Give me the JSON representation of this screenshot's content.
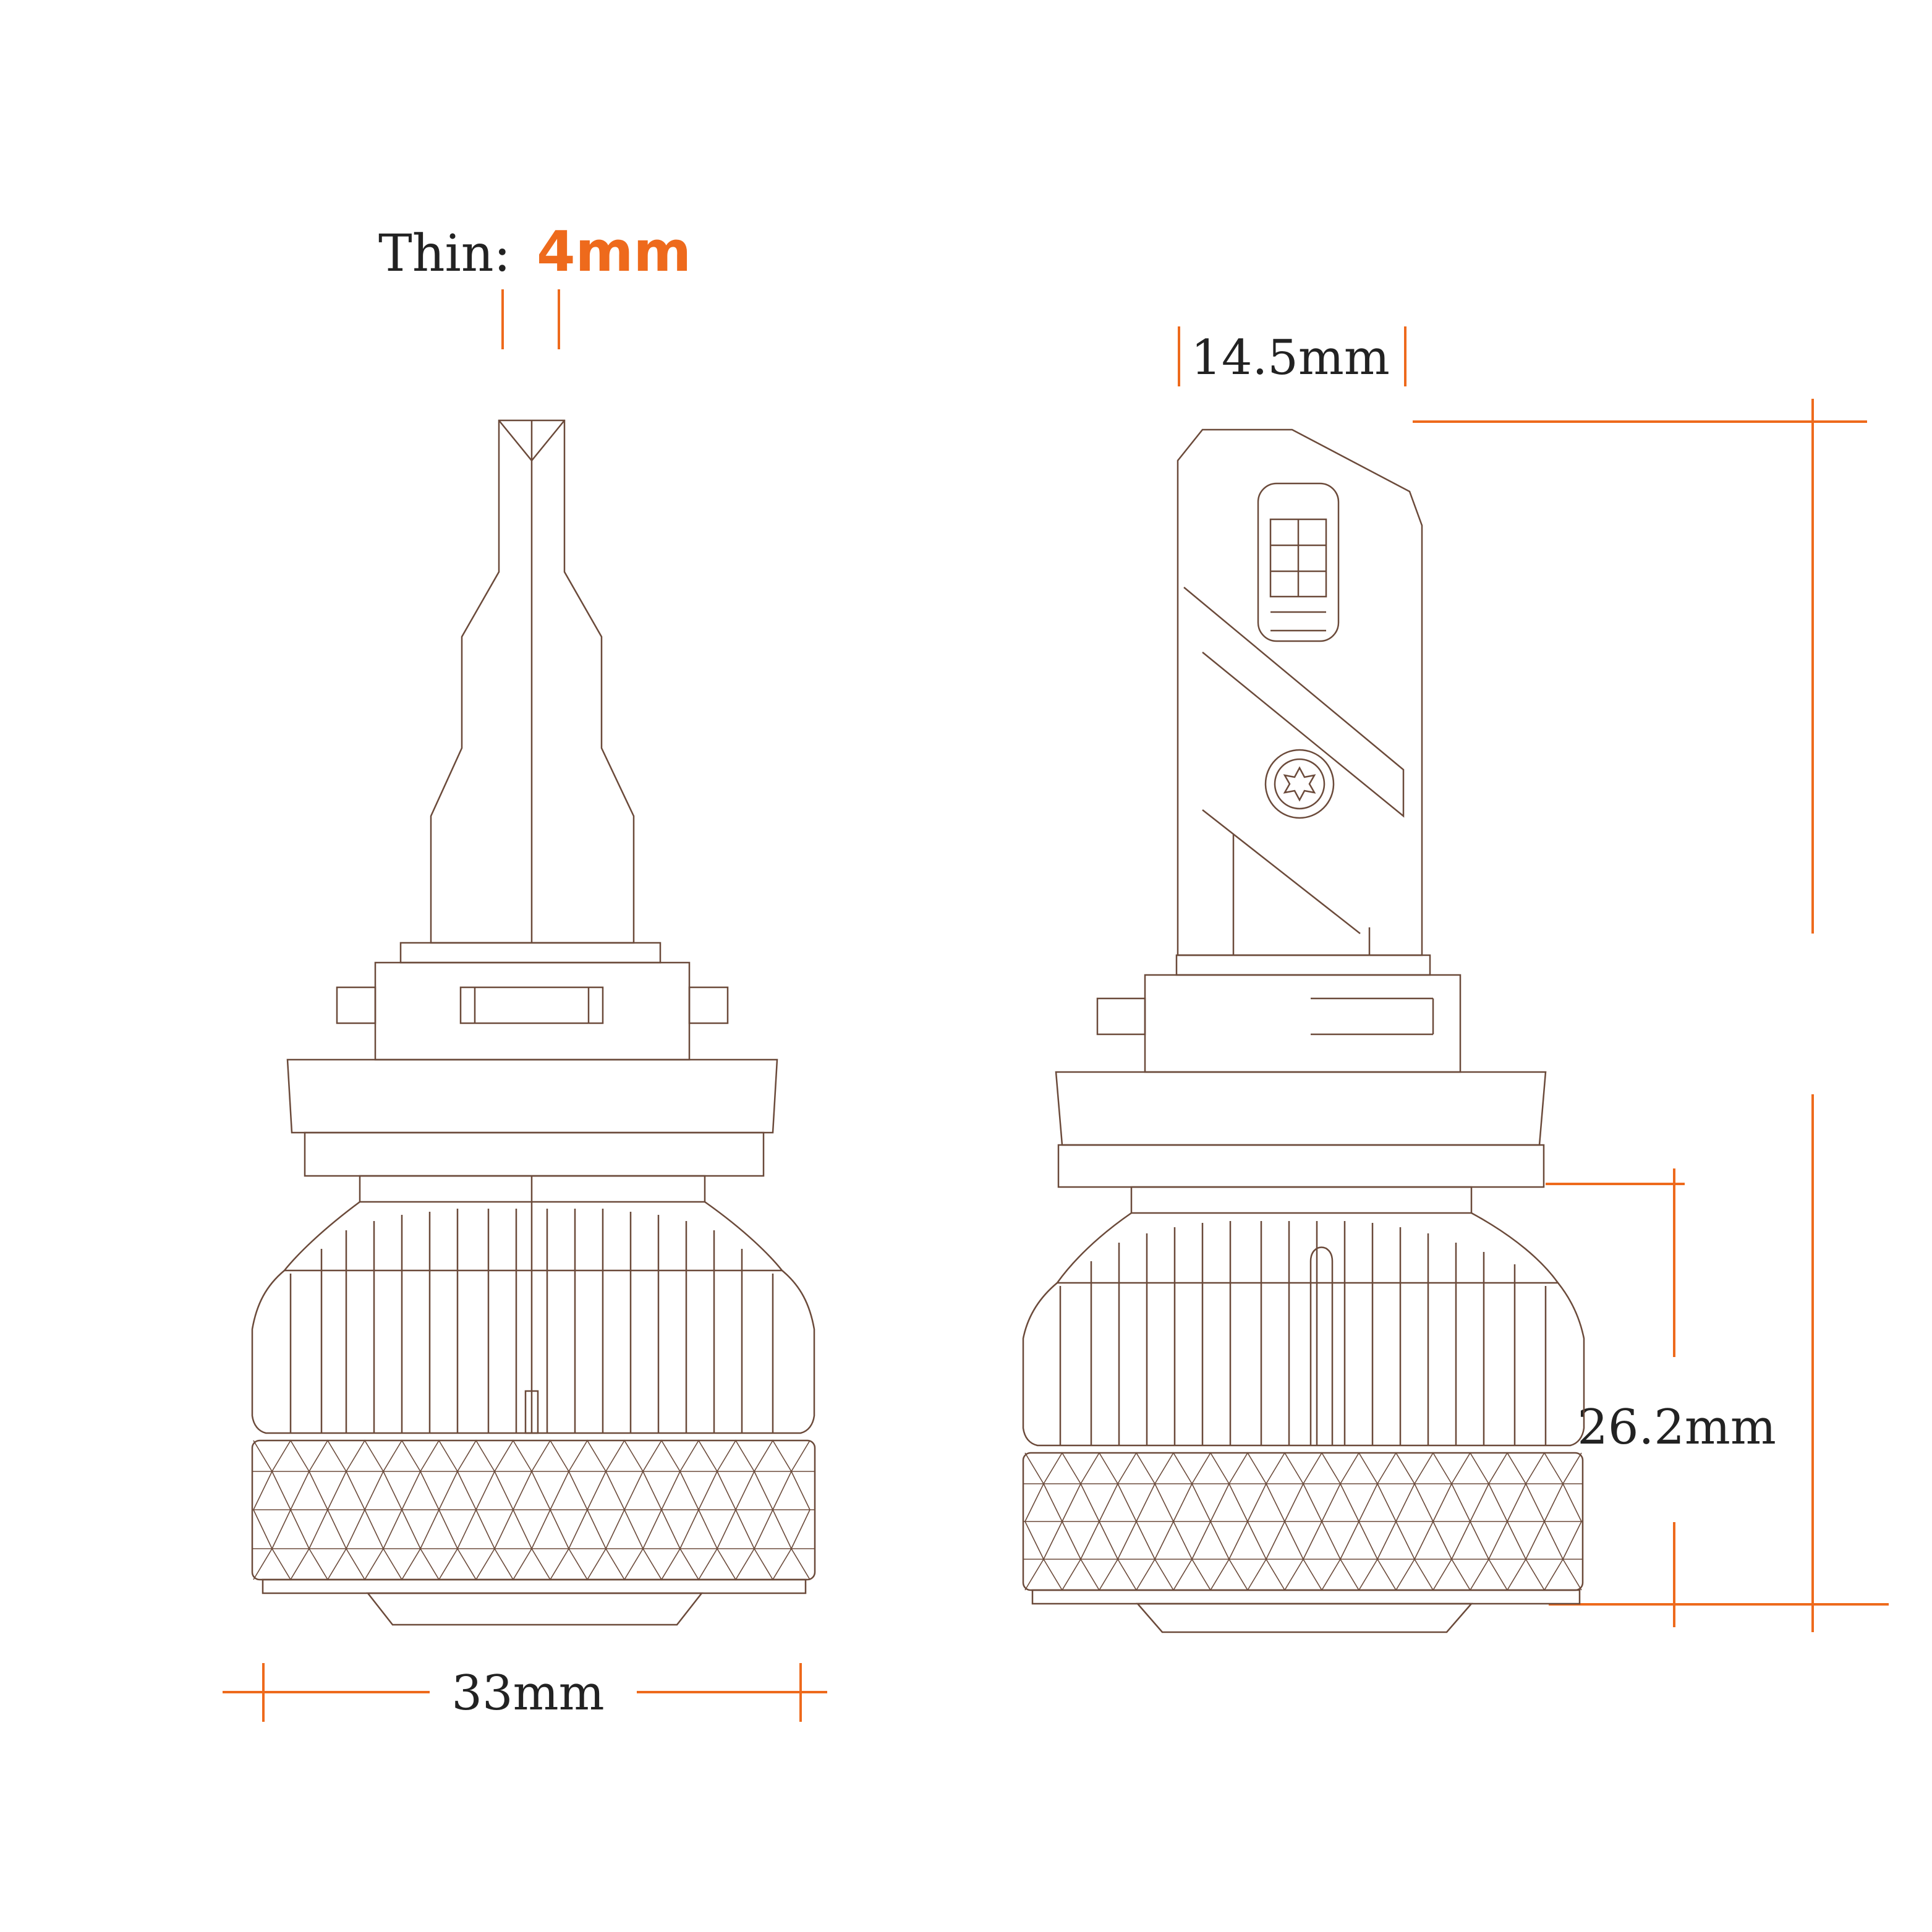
{
  "colors": {
    "accent": "#ee6a1c",
    "outline": "#6b4a3a",
    "text": "#222222",
    "background": "#ffffff"
  },
  "thin": {
    "label": "Thin:",
    "value": "4mm"
  },
  "dimensions": {
    "width_label": "33mm",
    "depth_label": "14.5mm",
    "base_height_label": "26.2mm"
  }
}
